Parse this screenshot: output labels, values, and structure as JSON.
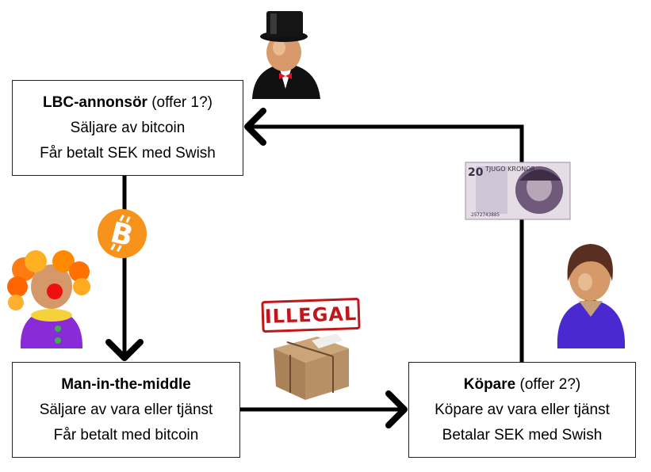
{
  "nodes": {
    "seller": {
      "title": "LBC-annonsör",
      "title_suffix": " (offer 1?)",
      "line1": "Säljare av bitcoin",
      "line2": "Får betalt SEK med Swish"
    },
    "mitm": {
      "title": "Man-in-the-middle",
      "line1": "Säljare av vara eller tjänst",
      "line2": "Får betalt med bitcoin"
    },
    "buyer": {
      "title": "Köpare",
      "title_suffix": " (offer 2?)",
      "line1": "Köpare av vara eller tjänst",
      "line2": "Betalar SEK med Swish"
    }
  },
  "stamp": {
    "text": "ILLEGAL"
  },
  "banknote": {
    "denomination": "20",
    "text": "TJUGO KRONOR",
    "serial": "2572743885"
  },
  "icons": [
    "top-hat-person-icon",
    "clown-icon",
    "buyer-person-icon",
    "bitcoin-icon",
    "parcel-icon",
    "banknote-icon"
  ],
  "colors": {
    "bitcoin": "#f7931a",
    "stamp": "#c0171b",
    "arrow": "#000000"
  }
}
